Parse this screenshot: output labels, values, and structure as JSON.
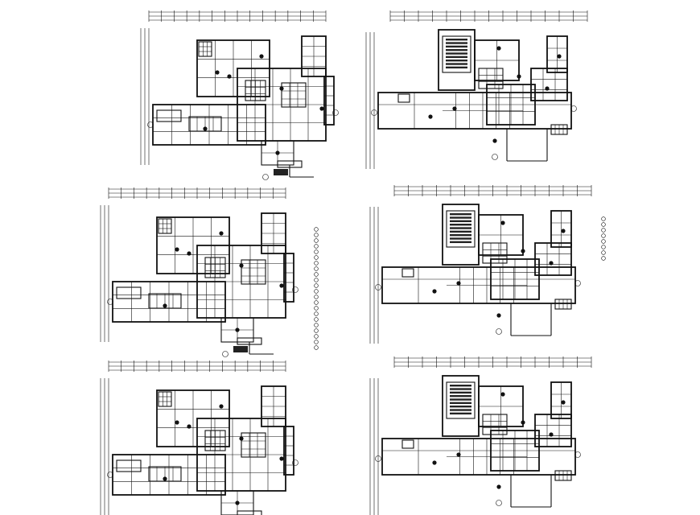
{
  "sheet": {
    "background": "#ffffff",
    "line_color": "#111111"
  },
  "plans": [
    {
      "id": "plan-top-left",
      "variant": "A"
    },
    {
      "id": "plan-top-right",
      "variant": "B"
    },
    {
      "id": "plan-middle-left",
      "variant": "A"
    },
    {
      "id": "plan-middle-right",
      "variant": "B"
    },
    {
      "id": "plan-bottom-left",
      "variant": "A"
    },
    {
      "id": "plan-bottom-right",
      "variant": "B"
    }
  ]
}
